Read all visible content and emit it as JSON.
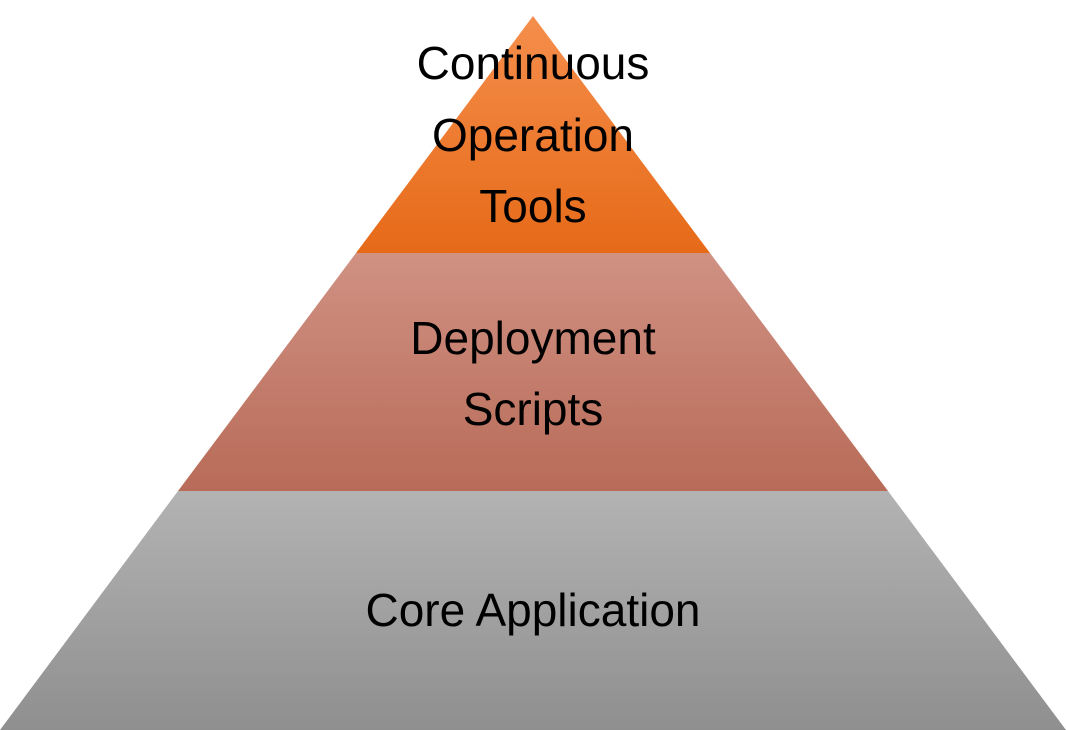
{
  "pyramid": {
    "levels": [
      {
        "lines": [
          "Continuous",
          "Operation",
          "Tools"
        ],
        "color_top": "#F58E4C",
        "color_bottom": "#E66A18"
      },
      {
        "lines": [
          "Deployment",
          "Scripts"
        ],
        "color_top": "#D09183",
        "color_bottom": "#B86B58"
      },
      {
        "lines": [
          "Core Application"
        ],
        "color_top": "#B3B3B3",
        "color_bottom": "#8F8F8F"
      }
    ]
  }
}
